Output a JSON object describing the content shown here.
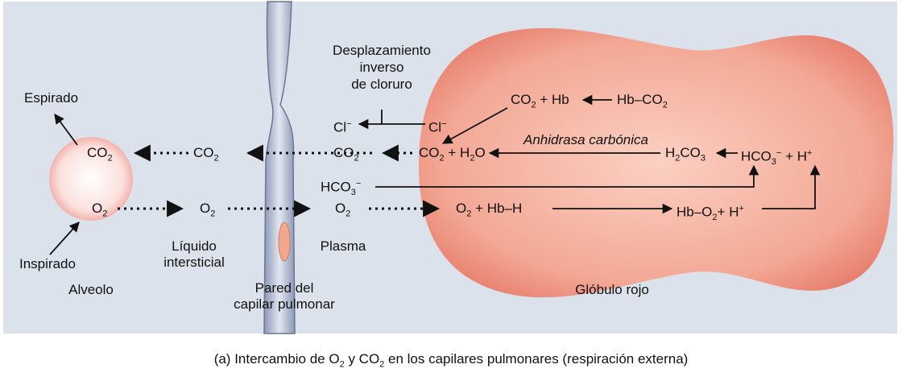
{
  "diagram": {
    "caption": {
      "prefix": "(a) Intercambio de O",
      "sub1": "2",
      "mid": " y CO",
      "sub2": "2",
      "suffix": " en los capilares pulmonares (respiración externa)"
    },
    "regions": {
      "alveolus": "Alveolo",
      "interstitial_line1": "Líquido",
      "interstitial_line2": "intersticial",
      "capillary_wall_line1": "Pared del",
      "capillary_wall_line2": "capilar pulmonar",
      "plasma": "Plasma",
      "red_cell": "Glóbulo rojo"
    },
    "labels": {
      "expired": "Espirado",
      "inspired": "Inspirado",
      "chloride_shift_line1": "Desplazamiento",
      "chloride_shift_line2": "inverso",
      "chloride_shift_line3": "de cloruro",
      "enzyme": "Anhidrasa carbónica"
    },
    "species": {
      "co2": "CO",
      "co2_sub": "2",
      "o2": "O",
      "o2_sub": "2",
      "cl": "Cl",
      "cl_sup": "−",
      "hco3": "HCO",
      "hco3_sub": "3",
      "hco3_sup": "−",
      "h2o": "H",
      "h2o_sub": "2",
      "h2o_o": "O",
      "h2co3": "H",
      "h2co3_sub1": "2",
      "h2co3_mid": "CO",
      "h2co3_sub2": "3",
      "h_plus": "H",
      "h_plus_sup": "+",
      "hb": "Hb",
      "hb_co2": "Hb–CO",
      "hb_co2_sub": "2",
      "hb_h": "Hb–H",
      "hb_o2": "Hb–O",
      "hb_o2_sub": "2",
      "plus": "+"
    }
  }
}
